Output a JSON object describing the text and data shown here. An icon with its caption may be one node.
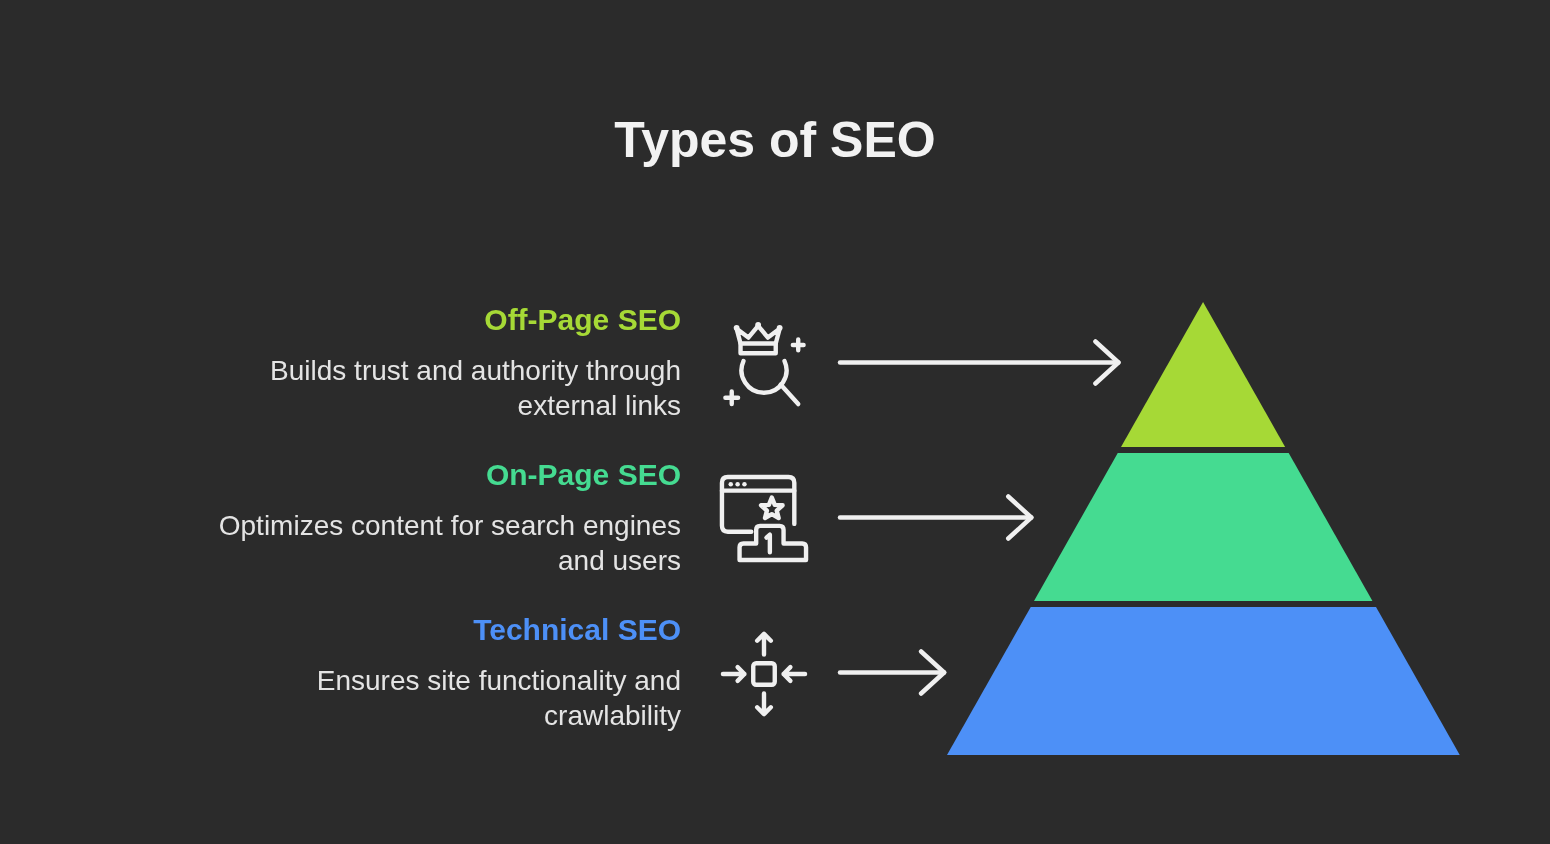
{
  "diagram": {
    "title": "Types of SEO",
    "nodes": [
      {
        "text": [
          "Off-Page SEO",
          "Builds trust and authority through external links"
        ]
      },
      {
        "text": [
          "On-Page SEO",
          "Optimizes content for search engines and users"
        ]
      },
      {
        "text": [
          "Technical SEO",
          "Ensures site functionality and crawlability"
        ]
      },
      {
        "text": [],
        "shape": "triangle"
      },
      {
        "text": [],
        "shape": "trapezoid"
      },
      {
        "text": [],
        "shape": "trapezoid"
      }
    ],
    "edges": [
      {
        "from": 0,
        "to": 3,
        "arrow": "to"
      },
      {
        "from": 1,
        "to": 4,
        "arrow": "to"
      },
      {
        "from": 2,
        "to": 5,
        "arrow": "to"
      }
    ]
  }
}
